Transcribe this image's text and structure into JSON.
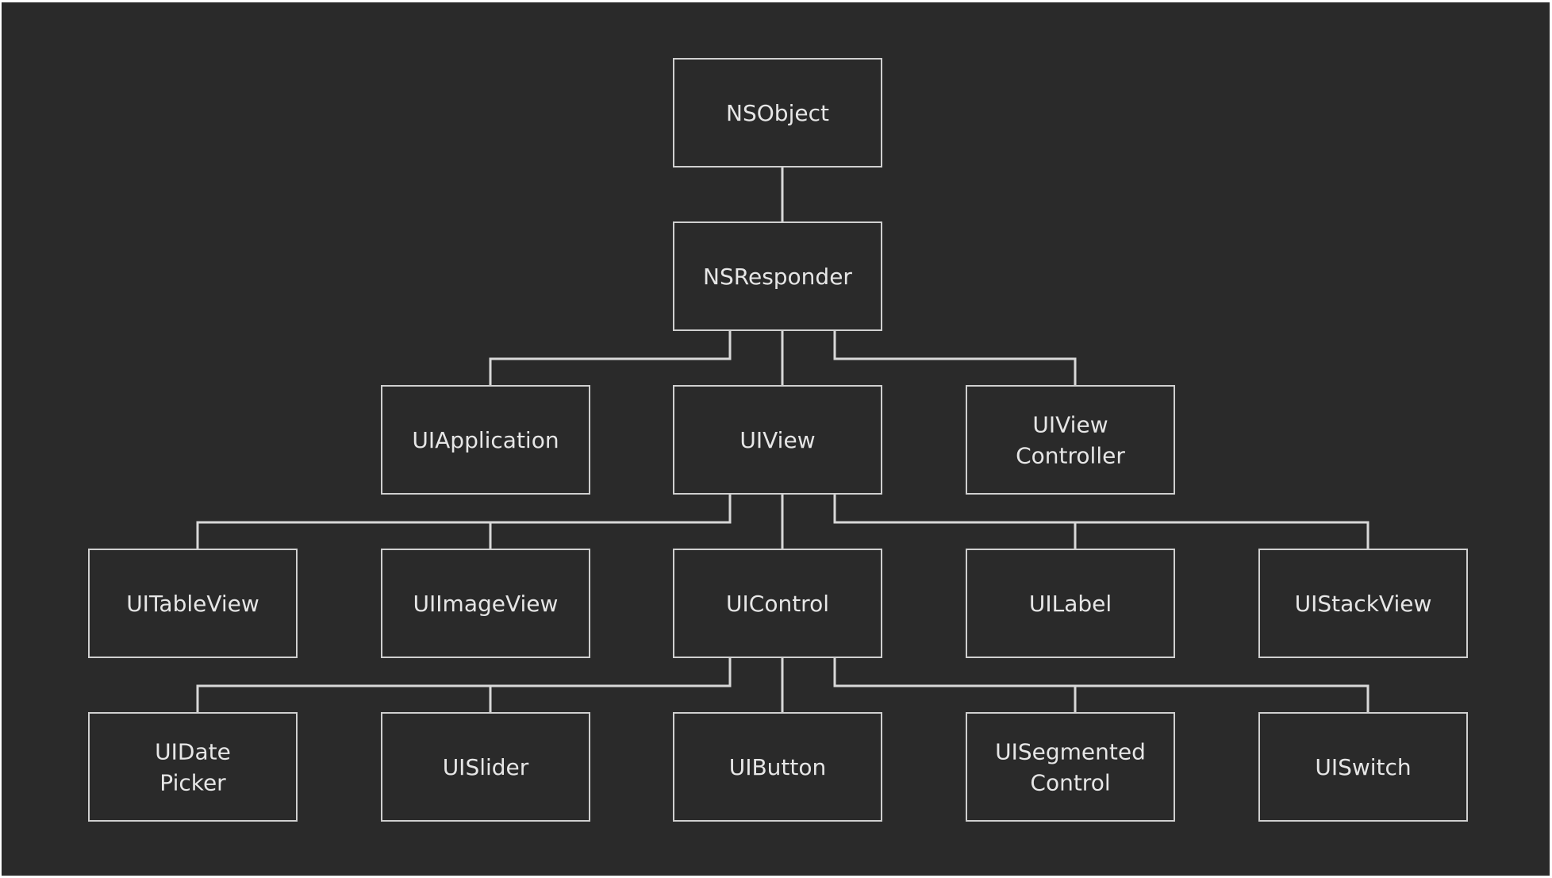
{
  "diagram": {
    "nodes": [
      {
        "id": "nsobject",
        "lines": [
          "NSObject"
        ]
      },
      {
        "id": "nsresponder",
        "lines": [
          "NSResponder"
        ]
      },
      {
        "id": "uiapplication",
        "lines": [
          "UIApplication"
        ]
      },
      {
        "id": "uiview",
        "lines": [
          "UIView"
        ]
      },
      {
        "id": "uiviewcontroller",
        "lines": [
          "UIView",
          "Controller"
        ]
      },
      {
        "id": "uitableview",
        "lines": [
          "UITableView"
        ]
      },
      {
        "id": "uiimageview",
        "lines": [
          "UIImageView"
        ]
      },
      {
        "id": "uicontrol",
        "lines": [
          "UIControl"
        ]
      },
      {
        "id": "uilabel",
        "lines": [
          "UILabel"
        ]
      },
      {
        "id": "uistackview",
        "lines": [
          "UIStackView"
        ]
      },
      {
        "id": "uidatepicker",
        "lines": [
          "UIDate",
          "Picker"
        ]
      },
      {
        "id": "uislider",
        "lines": [
          "UISlider"
        ]
      },
      {
        "id": "uibutton",
        "lines": [
          "UIButton"
        ]
      },
      {
        "id": "uisegmentedcontrol",
        "lines": [
          "UISegmented",
          "Control"
        ]
      },
      {
        "id": "uiswitch",
        "lines": [
          "UISwitch"
        ]
      }
    ],
    "edges": [
      {
        "from": "nsobject",
        "to": "nsresponder"
      },
      {
        "from": "nsresponder",
        "to": "uiapplication"
      },
      {
        "from": "nsresponder",
        "to": "uiview"
      },
      {
        "from": "nsresponder",
        "to": "uiviewcontroller"
      },
      {
        "from": "uiview",
        "to": "uitableview"
      },
      {
        "from": "uiview",
        "to": "uiimageview"
      },
      {
        "from": "uiview",
        "to": "uicontrol"
      },
      {
        "from": "uiview",
        "to": "uilabel"
      },
      {
        "from": "uiview",
        "to": "uistackview"
      },
      {
        "from": "uicontrol",
        "to": "uidatepicker"
      },
      {
        "from": "uicontrol",
        "to": "uislider"
      },
      {
        "from": "uicontrol",
        "to": "uibutton"
      },
      {
        "from": "uicontrol",
        "to": "uisegmentedcontrol"
      },
      {
        "from": "uicontrol",
        "to": "uiswitch"
      }
    ],
    "colors": {
      "background": "#2a2a2a",
      "box_stroke": "#cfcfcf",
      "line": "#d8d8d8",
      "text": "#e6e6e6"
    }
  }
}
